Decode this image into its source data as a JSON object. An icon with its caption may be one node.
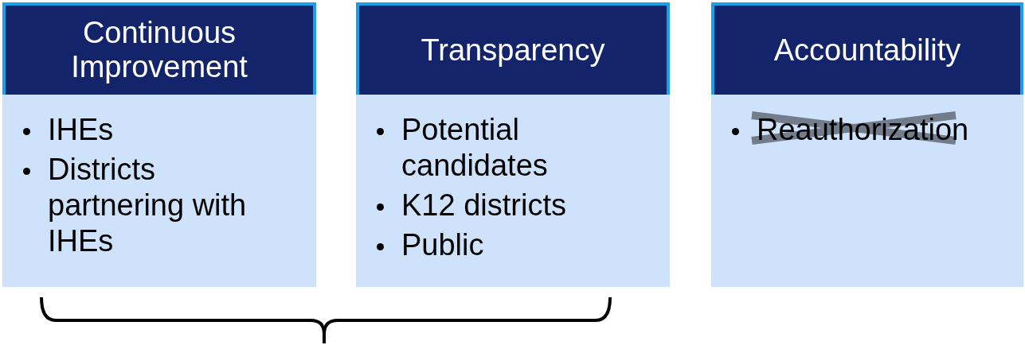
{
  "diagram": {
    "nodes": [
      {
        "text": [
          "Continuous Improvement",
          "IHEs",
          "Districts partnering with IHEs"
        ]
      },
      {
        "text": [
          "Transparency",
          "Potential candidates",
          "K12 districts",
          "Public"
        ]
      },
      {
        "text": [
          "Accountability",
          "Reauthorization"
        ]
      }
    ]
  }
}
